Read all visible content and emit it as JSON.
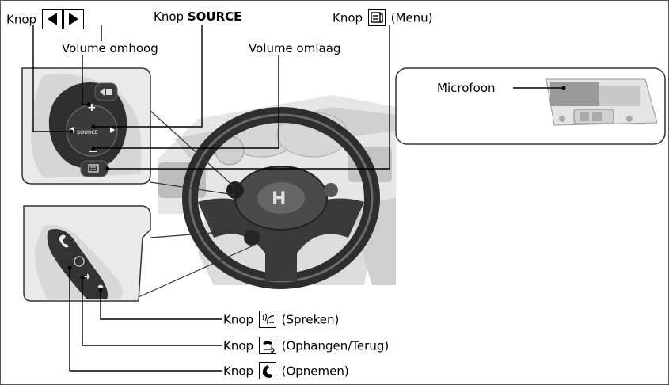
{
  "labels": {
    "knop_arrows": "Knop",
    "knop_source_prefix": "Knop",
    "knop_source_bold": "SOURCE",
    "knop_menu_prefix": "Knop",
    "knop_menu_suffix": "(Menu)",
    "volume_up": "Volume omhoog",
    "volume_down": "Volume omlaag",
    "microphone": "Microfoon",
    "knop_talk_prefix": "Knop",
    "knop_talk_suffix": "(Spreken)",
    "knop_hangup_prefix": "Knop",
    "knop_hangup_suffix": "(Ophangen/Terug)",
    "knop_pickup_prefix": "Knop",
    "knop_pickup_suffix": "(Opnemen)"
  },
  "button_glyphs": {
    "plus": "+",
    "minus": "–",
    "source": "SOURCE"
  },
  "colors": {
    "line": "#000000",
    "frame": "#555555",
    "panel_bg": "#f2f2f2",
    "button_dark": "#2a2a2a"
  }
}
